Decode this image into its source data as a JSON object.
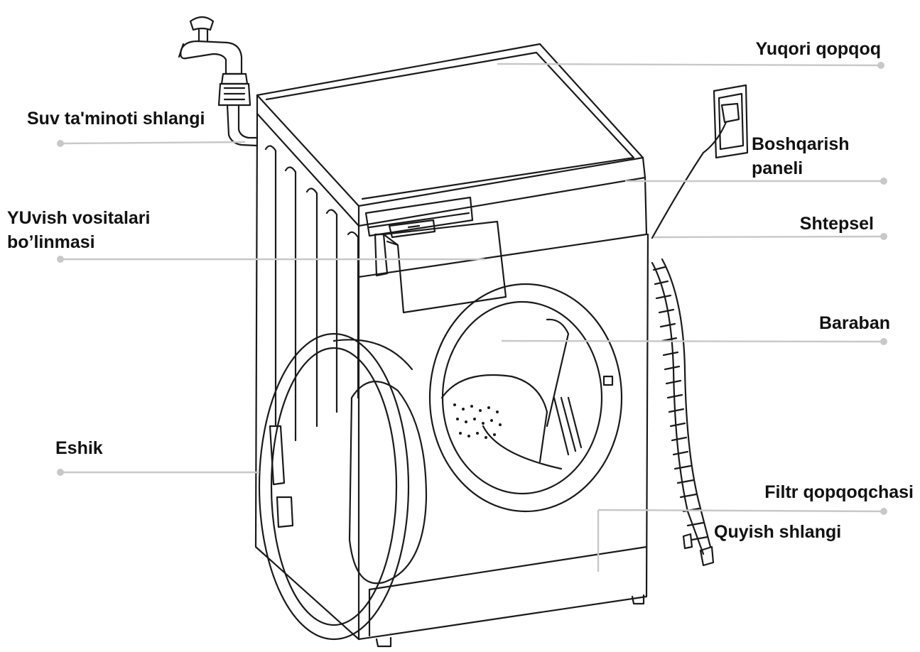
{
  "labels": {
    "top_cover": "Yuqori qopqoq",
    "water_supply_hose": "Suv ta'minoti shlangi",
    "control_panel_line1": "Boshqarish",
    "control_panel_line2": "paneli",
    "detergent_line1": "YUvish vositalari",
    "detergent_line2": "bo’linmasi",
    "plug": "Shtepsel",
    "drum": "Baraban",
    "door": "Eshik",
    "filter_cover": "Filtr qopqoqchasi",
    "drain_hose": "Quyish shlangi"
  },
  "colors": {
    "outline": "#1a1a1a",
    "leader_line": "#c8c8c8",
    "text": "#111111"
  }
}
